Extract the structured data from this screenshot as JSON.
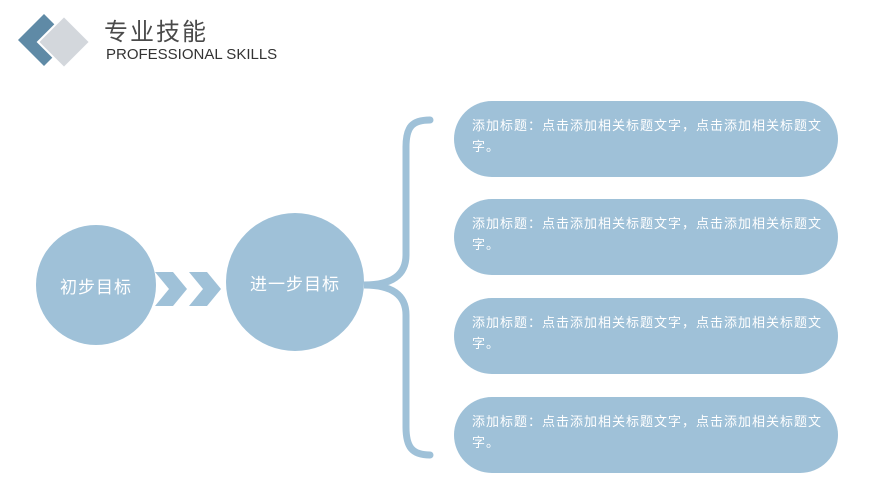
{
  "header": {
    "title_cn": "专业技能",
    "title_en": "PROFESSIONAL SKILLS"
  },
  "flow": {
    "start_label": "初步目标",
    "next_label": "进一步目标"
  },
  "cards": [
    {
      "text": "添加标题：点击添加相关标题文字，点击添加相关标题文字。"
    },
    {
      "text": "添加标题：点击添加相关标题文字，点击添加相关标题文字。"
    },
    {
      "text": "添加标题：点击添加相关标题文字，点击添加相关标题文字。"
    },
    {
      "text": "添加标题：点击添加相关标题文字，点击添加相关标题文字。"
    }
  ],
  "colors": {
    "accent": "#9fc1d8",
    "logo_dark": "#5f8aa6",
    "logo_light": "#cfd4da",
    "text": "#ffffff"
  }
}
